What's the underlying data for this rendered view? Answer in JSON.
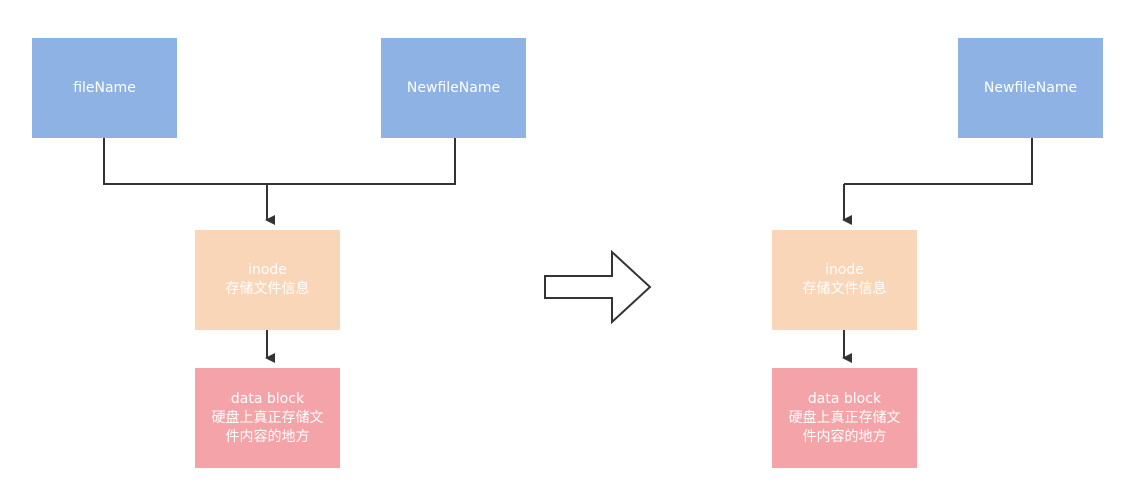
{
  "before": {
    "file_name": "fileName",
    "new_file_name": "NewfileName",
    "inode": "inode\n存储文件信息",
    "data_block": "data block\n硬盘上真正存储文\n件内容的地方"
  },
  "after": {
    "new_file_name": "NewfileName",
    "inode": "inode\n存储文件信息",
    "data_block": "data block\n硬盘上真正存储文\n件内容的地方"
  },
  "colors": {
    "file_node": "#8eb2e3",
    "inode_node": "#fad6b9",
    "data_block_node": "#f4a3a8",
    "connector": "#333333"
  }
}
